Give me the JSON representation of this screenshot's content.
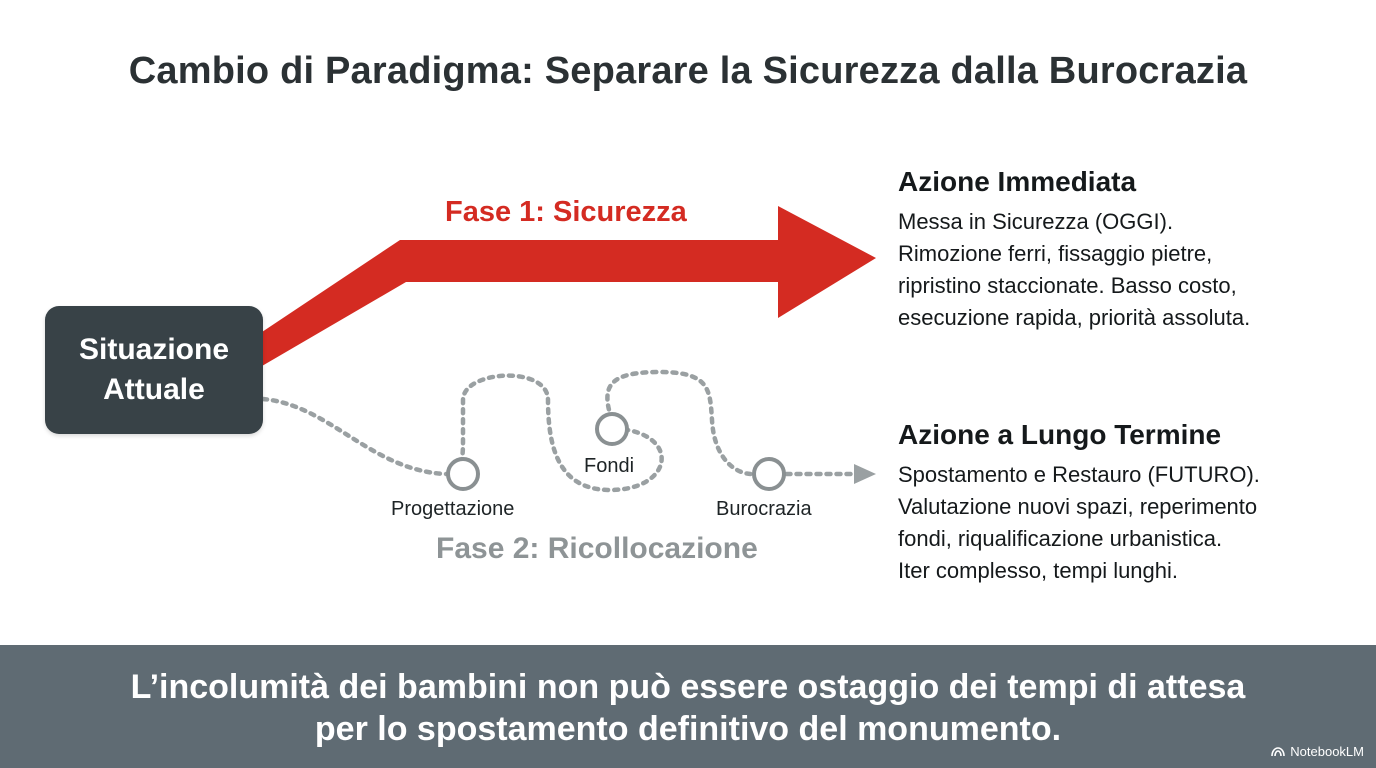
{
  "title": "Cambio di Paradigma: Separare la Sicurezza dalla Burocrazia",
  "start_box": {
    "line1": "Situazione",
    "line2": "Attuale"
  },
  "phase1": {
    "label": "Fase 1: Sicurezza"
  },
  "phase2": {
    "label": "Fase 2: Ricollocazione",
    "nodes": [
      "Progettazione",
      "Fondi",
      "Burocrazia"
    ]
  },
  "immediate": {
    "heading": "Azione Immediata",
    "lines": [
      "Messa in Sicurezza (OGGI).",
      "Rimozione ferri, fissaggio pietre,",
      "ripristino staccionate. Basso costo,",
      "esecuzione rapida, priorità assoluta."
    ]
  },
  "long_term": {
    "heading": "Azione a Lungo Termine",
    "lines": [
      "Spostamento e Restauro (FUTURO).",
      "Valutazione nuovi spazi, reperimento",
      "fondi, riqualificazione urbanistica.",
      "Iter complesso, tempi lunghi."
    ]
  },
  "footer": {
    "line1": "L’incolumità dei bambini non può essere ostaggio dei tempi di attesa",
    "line2": "per lo spostamento definitivo del monumento."
  },
  "brand": "NotebookLM",
  "colors": {
    "accent_red": "#d42b22",
    "dark_box": "#384247",
    "footer_bg": "#5f6b73",
    "muted_gray": "#8e9496"
  }
}
